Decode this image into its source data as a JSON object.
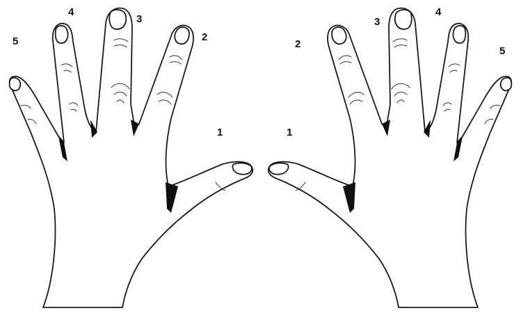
{
  "diagram": {
    "left_hand": {
      "labels": [
        "1",
        "2",
        "3",
        "4",
        "5"
      ]
    },
    "right_hand": {
      "labels": [
        "1",
        "2",
        "3",
        "4",
        "5"
      ]
    },
    "colors": {
      "background": "#ffffff",
      "ink": "#1a1a1a"
    }
  }
}
